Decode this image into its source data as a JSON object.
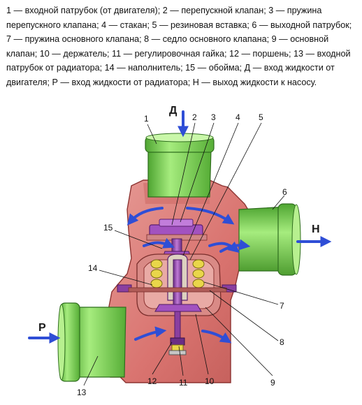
{
  "caption": {
    "lines": [
      "1 — входной патрубок (от двигателя); 2 — перепускной клапан; 3 — пружина",
      "перепускного клапана; 4 — стакан; 5 — резиновая вставка; 6 — выходной патрубок;",
      "7 — пружина основного клапана; 8 — седло основного клапана; 9 — основной",
      "клапан; 10 — держатель; 11 — регулировочная гайка; 12 — поршень; 13 — входной",
      "патрубок от радиатора; 14 — наполнитель; 15 — обойма; Д — вход жидкости от",
      "двигателя; Р — вход жидкости от радиатора; Н — выход жидкости к насосу."
    ]
  },
  "diagram": {
    "flow_labels": {
      "engine_in": "Д",
      "radiator_in": "Р",
      "pump_out": "Н"
    },
    "part_numbers": {
      "n1": "1",
      "n2": "2",
      "n3": "3",
      "n4": "4",
      "n5": "5",
      "n6": "6",
      "n7": "7",
      "n8": "8",
      "n9": "9",
      "n10": "10",
      "n11": "11",
      "n12": "12",
      "n13": "13",
      "n14": "14",
      "n15": "15"
    },
    "colors": {
      "housing": "#d9736f",
      "housing_dark": "#9e3e3c",
      "pipe_green": "#7fd35a",
      "pipe_green_dark": "#3f8a2a",
      "valve_purple": "#8a3fa0",
      "spring_yellow": "#e9d64a",
      "flow_blue": "#2f4ed6"
    }
  }
}
